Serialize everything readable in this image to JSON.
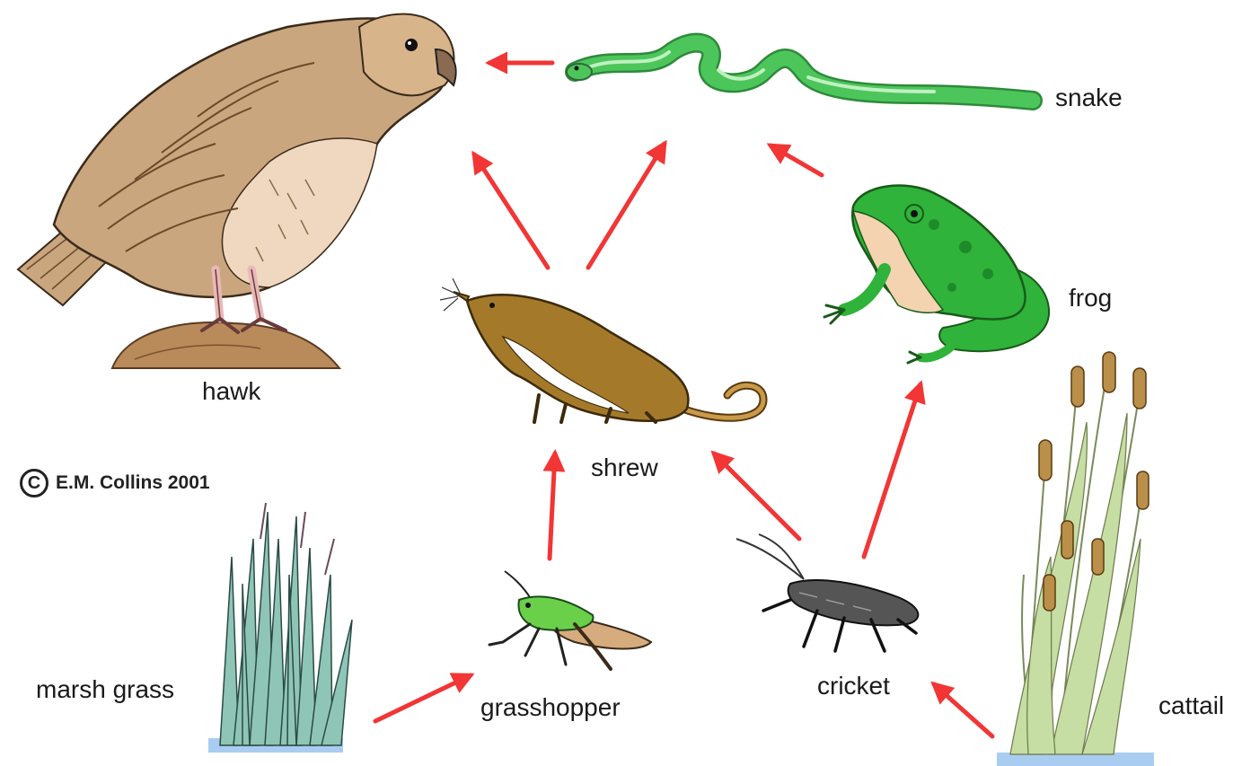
{
  "labels": {
    "hawk": "hawk",
    "snake": "snake",
    "frog": "frog",
    "shrew": "shrew",
    "marsh_grass": "marsh grass",
    "grasshopper": "grasshopper",
    "cricket": "cricket",
    "cattail": "cattail"
  },
  "copyright": {
    "symbol": "C",
    "text": "E.M. Collins 2001"
  },
  "colors": {
    "arrow": "#f23535",
    "hawk_body": "#c9a67e",
    "snake": "#4cc65b",
    "frog": "#2fb33a",
    "shrew": "#a47a2a",
    "grass": "#8fc5b7",
    "cattail_stem": "#c6dda3",
    "cattail_head": "#b98f4a",
    "water": "#a9cdf0"
  },
  "icons": [
    "hawk-icon",
    "snake-icon",
    "frog-icon",
    "shrew-icon",
    "grasshopper-icon",
    "cricket-icon",
    "marsh-grass-icon",
    "cattail-icon"
  ]
}
